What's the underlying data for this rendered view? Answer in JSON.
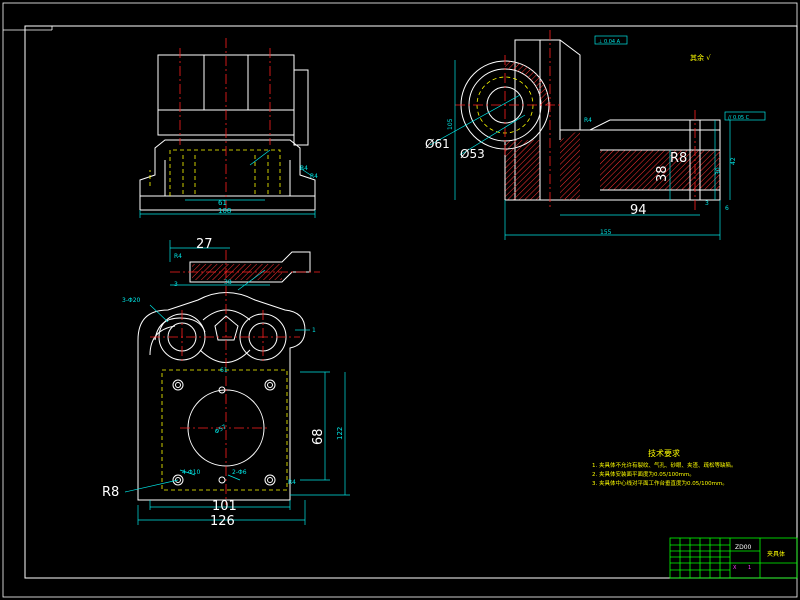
{
  "colors": {
    "background": "#000000",
    "outline": "#ffffff",
    "centerline": "#ff2020",
    "hidden": "#ffff00",
    "dimension": "#00e5e5",
    "hatch": "#ff3030",
    "titleblock": "#00ff00"
  },
  "front_view": {
    "dim_61": "61",
    "dim_108": "108",
    "r4a": "R4",
    "r4b": "R4"
  },
  "top_view": {
    "dim_27": "27",
    "r4": "R4",
    "dim_3": "3",
    "dim_38": "38",
    "dim_3d20": "3-Φ20",
    "dim_68": "68",
    "dim_122": "122",
    "dim_r8": "R8",
    "dim_101": "101",
    "dim_126": "126",
    "dim_4d10": "4-Φ10",
    "dim_2d6": "2-Φ6",
    "dim_61b": "61",
    "dim_phi57": "Φ57",
    "r4b": "R4",
    "dim_1": "1"
  },
  "side_view": {
    "dim_phi61": "Ø61",
    "dim_phi53": "Ø53",
    "dim_38": "38",
    "dim_r8": "R8",
    "dim_94": "94",
    "dim_155": "155",
    "dim_30": "30",
    "dim_42": "42",
    "dim_105": "105",
    "dim_r4": "R4",
    "dim_3": "3",
    "dim_6": "6",
    "tol_top": "⊥ 0.04 A",
    "tol_right": "// 0.05 C",
    "roughness_label": "其余 √"
  },
  "notes": {
    "title": "技术要求",
    "lines": [
      "1. 夹具体不允许有裂纹、气孔、砂眼、夹渣、疏松等缺陷。",
      "2. 夹具体安装面平面度为0.05/100mm。",
      "3. 夹具体中心线对平面工作台垂直度为0.05/100mm。"
    ]
  },
  "title_block": {
    "code": "ZD00",
    "name": "夹具体",
    "sub1": "X",
    "sub2": "1"
  }
}
